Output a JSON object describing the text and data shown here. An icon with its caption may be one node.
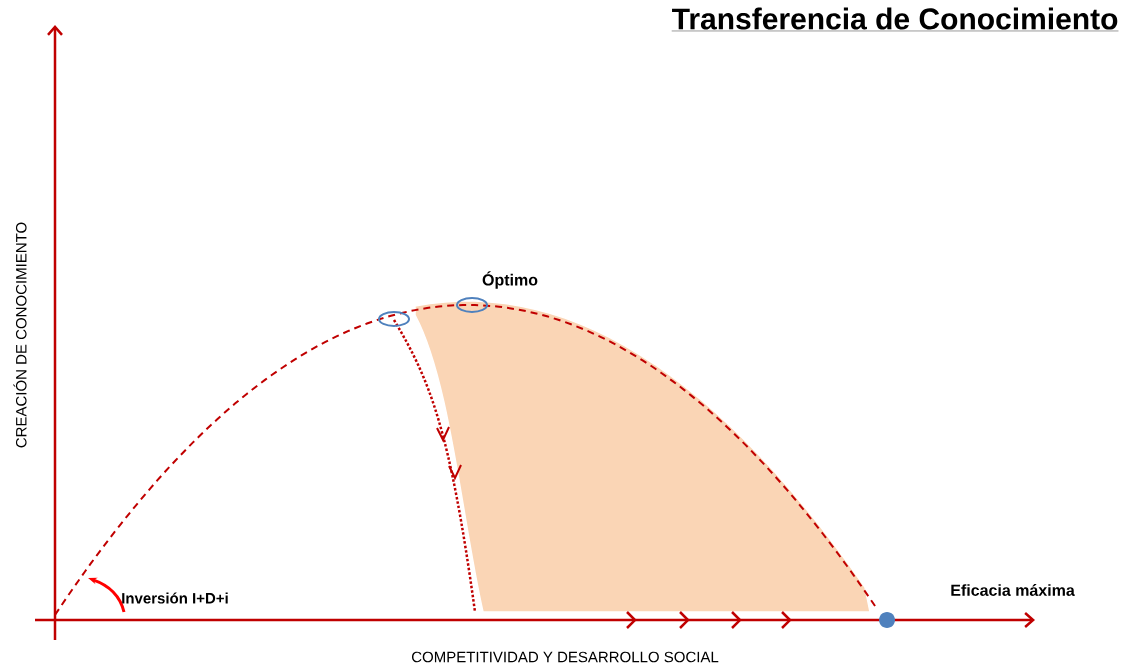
{
  "diagram": {
    "title": "Transferencia de Conocimiento",
    "labels": [
      "CREACIÓN DE CONOCIMIENTO",
      "Óptimo",
      "Inversión I+D+i",
      "Eficacia máxima",
      "COMPETITIVIDAD Y DESARROLLO SOCIAL"
    ]
  }
}
